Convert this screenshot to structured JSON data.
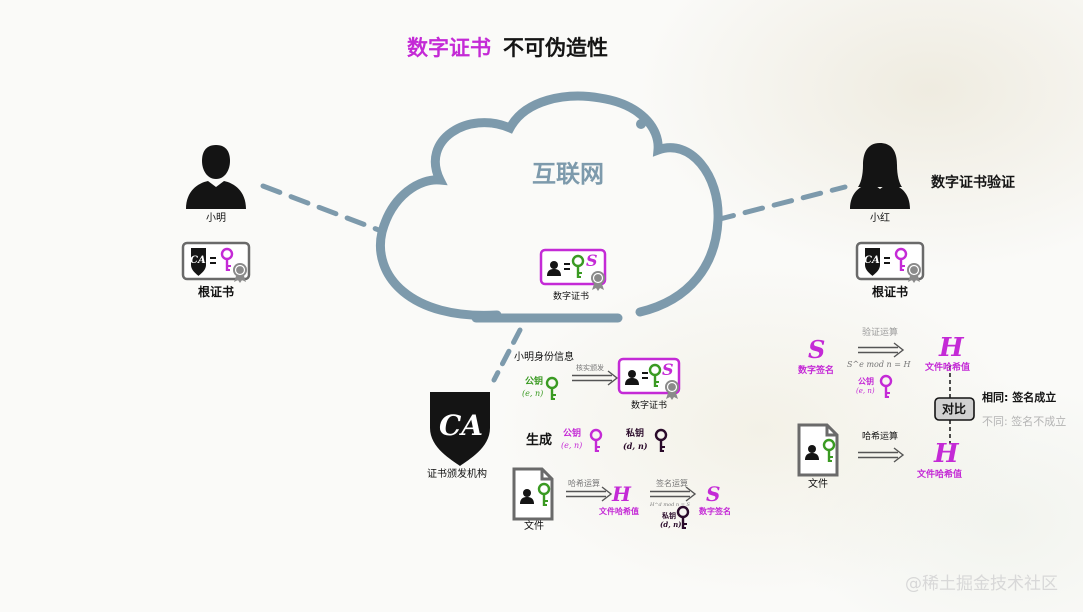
{
  "title": {
    "part1": "数字证书",
    "part2": "不可伪造性"
  },
  "cloud": {
    "label": "互联网"
  },
  "left_person": {
    "name": "小明"
  },
  "right_person": {
    "name": "小红",
    "task": "数字证书验证"
  },
  "root_cert": {
    "label": "根证书",
    "ca_text": "CA"
  },
  "digital_cert": {
    "label": "数字证书",
    "s_symbol": "S"
  },
  "ca": {
    "logo_text": "CA",
    "label": "证书颁发机构"
  },
  "issue": {
    "identity_info": "小明身份信息",
    "public_key_label": "公钥",
    "public_key_pair": "(e, n)",
    "verify_issue": "核实颁发",
    "cert_label": "数字证书"
  },
  "generate": {
    "label": "生成",
    "public_key_label": "公钥",
    "public_key_pair": "(e, n)",
    "private_key_label": "私钥",
    "private_key_pair": "(d, n)"
  },
  "sign_flow": {
    "file_label": "文件",
    "hash_op": "哈希运算",
    "h_symbol": "H",
    "hash_value_label": "文件哈希值",
    "sign_op": "签名运算",
    "formula": "H^d mod n = S",
    "private_key_label": "私钥",
    "private_key_pair": "(d, n)",
    "s_symbol": "S",
    "signature_label": "数字签名"
  },
  "verify_flow": {
    "s_symbol": "S",
    "signature_label": "数字签名",
    "verify_op": "验证运算",
    "formula": "S^e mod n = H",
    "public_key_label": "公钥",
    "public_key_pair": "(e, n)",
    "h_symbol": "H",
    "hash_value_label": "文件哈希值",
    "compare_label": "对比",
    "same_result": "相同: 签名成立",
    "diff_result": "不同: 签名不成立",
    "file_label": "文件",
    "hash_op": "哈希运算",
    "h2_symbol": "H",
    "hash_value2_label": "文件哈希值"
  },
  "watermark": "@稀土掘金技术社区",
  "colors": {
    "accent_pink": "#c42ad6",
    "key_green": "#3a9a22",
    "cloud_blue": "#7d9aac",
    "dark": "#141414"
  }
}
